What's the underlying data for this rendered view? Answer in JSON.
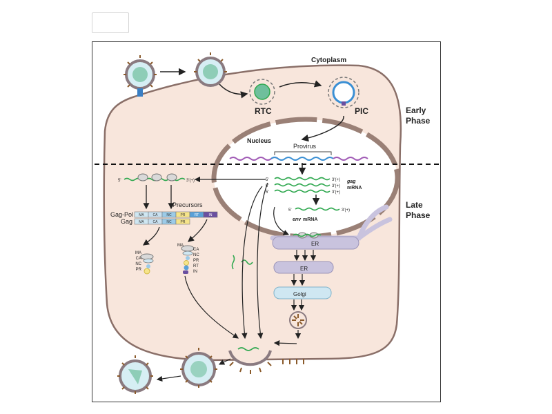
{
  "labels": {
    "cytoplasm": "Cytoplasm",
    "early_phase_1": "Early",
    "early_phase_2": "Phase",
    "late_phase_1": "Late",
    "late_phase_2": "Phase",
    "rtc": "RTC",
    "pic": "PIC",
    "nucleus": "Nucleus",
    "provirus": "Provirus",
    "gag": "gag",
    "mrna": "mRNA",
    "env": "env",
    "env_mrna": "mRNA",
    "precursors": "Precursors",
    "gag_pol": "Gag-Pol",
    "gag_label": "Gag",
    "er_1": "ER",
    "er_2": "ER",
    "golgi": "Golgi",
    "five_prime": "5'",
    "three_prime_plus": "3'(+)"
  },
  "gag_pol_domains": [
    "MA",
    "CA",
    "NC",
    "PR",
    "RT",
    "IN"
  ],
  "gag_domains": [
    "MA",
    "CA",
    "NC",
    "PR"
  ],
  "left_complex": [
    "MA",
    "CA",
    "NC",
    "PR"
  ],
  "right_complex_left": [
    "MA"
  ],
  "right_complex": [
    "CA",
    "NC",
    "PR",
    "RT",
    "IN"
  ],
  "colors": {
    "cell_fill": "#f8e6dc",
    "cell_stroke": "#8a6f68",
    "nucleus_fill": "#ffffff",
    "membrane": "#9a8076",
    "rna": "#2fa84f",
    "provirus_blue": "#3a8fd4",
    "provirus_purple": "#a05ab5",
    "er": "#c9c3de",
    "golgi": "#cfe7f2",
    "spike": "#8a5a2b",
    "ma": "#cfe7f2",
    "ca": "#c8e0f0",
    "nc": "#9ccbe8",
    "pr": "#f6e48a",
    "rt": "#5aa0d8",
    "in": "#6a4fa0"
  }
}
